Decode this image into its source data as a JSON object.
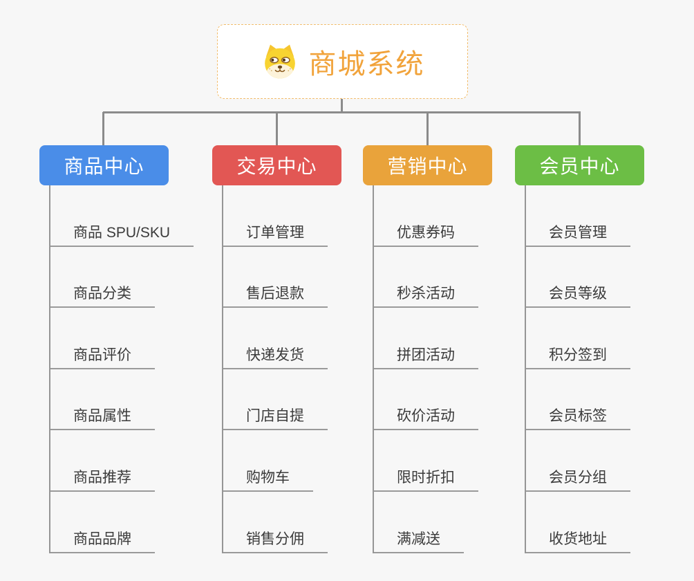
{
  "root": {
    "title": "商城系统",
    "icon": "shiba-dog-icon",
    "accent_color": "#f1a33b",
    "border_color": "#f2bc6b"
  },
  "colors": {
    "background": "#f7f7f7",
    "connector_gray": "#8b8b8b",
    "underline_gray": "#9a9a9a",
    "item_text": "#3b3b3b"
  },
  "branches": [
    {
      "label": "商品中心",
      "color": "#4a8de8",
      "items": [
        "商品 SPU/SKU",
        "商品分类",
        "商品评价",
        "商品属性",
        "商品推荐",
        "商品品牌"
      ]
    },
    {
      "label": "交易中心",
      "color": "#e25754",
      "items": [
        "订单管理",
        "售后退款",
        "快递发货",
        "门店自提",
        "购物车",
        "销售分佣"
      ]
    },
    {
      "label": "营销中心",
      "color": "#e9a33b",
      "items": [
        "优惠券码",
        "秒杀活动",
        "拼团活动",
        "砍价活动",
        "限时折扣",
        "满减送"
      ]
    },
    {
      "label": "会员中心",
      "color": "#6cbe45",
      "items": [
        "会员管理",
        "会员等级",
        "积分签到",
        "会员标签",
        "会员分组",
        "收货地址"
      ]
    }
  ]
}
